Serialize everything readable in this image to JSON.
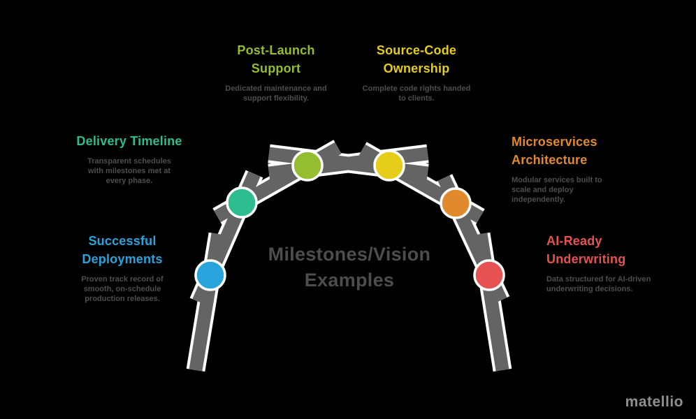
{
  "title": {
    "line1": "Milestones/Vision",
    "line2": "Examples"
  },
  "watermark": "matellio",
  "theme": {
    "background": "#000000",
    "beam": "#646464",
    "beam_outline": "#ffffff",
    "desc_text": "#4e4e4e",
    "title_text": "#4d4d4d",
    "watermark_color": "#8f8f8f"
  },
  "labels": [
    {
      "id": "successful-deployments",
      "heading_lines": [
        "Successful",
        "Deployments"
      ],
      "color": "#29a3db",
      "desc_lines": [
        "Proven track record of",
        "smooth, on-schedule",
        "production releases."
      ]
    },
    {
      "id": "delivery-timeline",
      "heading_lines": [
        "Delivery Timeline"
      ],
      "color": "#2dbd8e",
      "desc_lines": [
        "Transparent schedules",
        "with milestones met at",
        "every phase."
      ]
    },
    {
      "id": "post-launch-support",
      "heading_lines": [
        "Post-Launch",
        "Support"
      ],
      "color": "#94bd30",
      "desc_lines": [
        "Dedicated maintenance and",
        "support flexibility."
      ]
    },
    {
      "id": "source-code-ownership",
      "heading_lines": [
        "Source-Code",
        "Ownership"
      ],
      "color": "#e6cd1a",
      "desc_lines": [
        "Complete code rights handed",
        "to clients."
      ]
    },
    {
      "id": "microservices-architecture",
      "heading_lines": [
        "Microservices",
        "Architecture"
      ],
      "color": "#e08a2d",
      "desc_lines": [
        "Modular services built to",
        "scale and deploy",
        "independently."
      ]
    },
    {
      "id": "ai-ready-underwriting",
      "heading_lines": [
        "AI-Ready",
        "Underwriting"
      ],
      "color": "#e65252",
      "desc_lines": [
        "Data structured for AI-driven",
        "underwriting decisions."
      ]
    }
  ],
  "nodes": [
    {
      "name": "successful-deployments",
      "color": "#29a3db"
    },
    {
      "name": "delivery-timeline",
      "color": "#2dbd8e"
    },
    {
      "name": "post-launch-support",
      "color": "#94bd30"
    },
    {
      "name": "source-code-ownership",
      "color": "#e6cd1a"
    },
    {
      "name": "microservices-architecture",
      "color": "#e08a2d"
    },
    {
      "name": "ai-ready-underwriting",
      "color": "#e65252"
    }
  ]
}
